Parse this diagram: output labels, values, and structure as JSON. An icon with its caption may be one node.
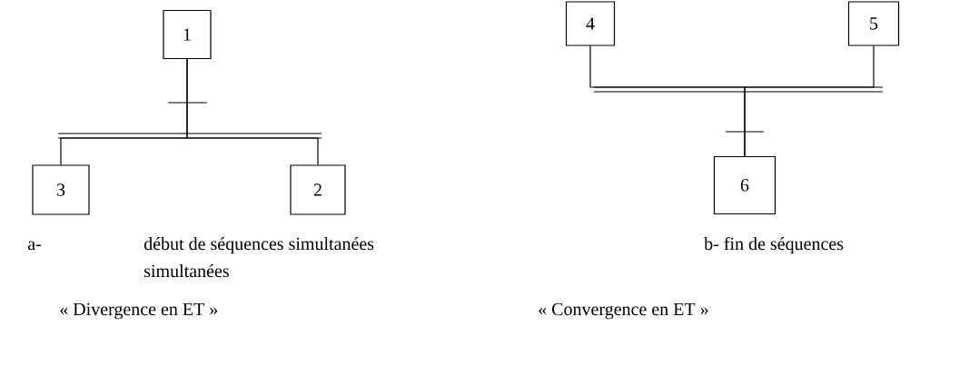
{
  "diagram": {
    "nodes": [
      {
        "text": [
          "1"
        ]
      },
      {
        "text": [
          "3"
        ]
      },
      {
        "text": [
          "2"
        ]
      },
      {
        "text": [
          "4"
        ]
      },
      {
        "text": [
          "5"
        ]
      },
      {
        "text": [
          "6"
        ]
      }
    ],
    "edges": [
      {
        "from": 0,
        "to": 1,
        "arrow": "none"
      },
      {
        "from": 0,
        "to": 2,
        "arrow": "none"
      },
      {
        "from": 3,
        "to": 5,
        "arrow": "none"
      },
      {
        "from": 4,
        "to": 5,
        "arrow": "none"
      }
    ],
    "labels": [
      "a-",
      "début de séquences simultanées",
      "simultanées",
      "b- fin de séquences",
      "« Divergence en ET »",
      "« Convergence en ET »"
    ]
  }
}
